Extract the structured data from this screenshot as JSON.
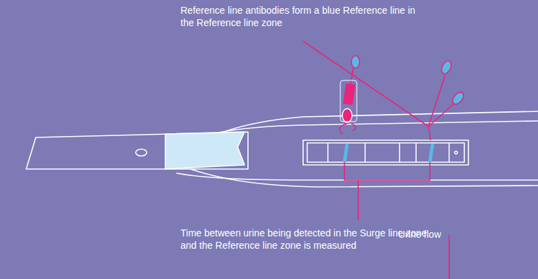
{
  "diagram": {
    "labels": [
      "Reference line antibodies form a blue Reference line in the Reference line zone",
      "Time between urine being detected in the Surge line zone and the Reference line zone is measured",
      "Urine flow"
    ]
  }
}
